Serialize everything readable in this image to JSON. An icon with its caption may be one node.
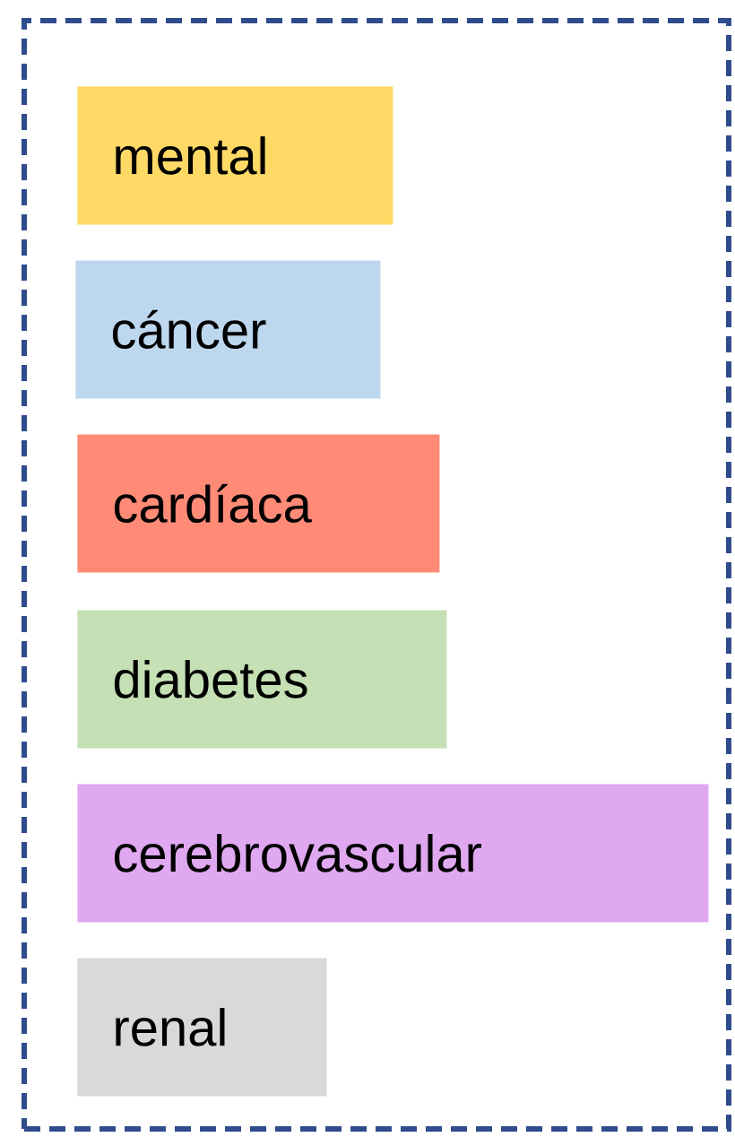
{
  "diagram": {
    "nodes": [
      {
        "text": [],
        "shape": "box"
      },
      {
        "text": [
          "mental"
        ],
        "in": 0
      },
      {
        "text": [
          "cáncer"
        ],
        "in": 0
      },
      {
        "text": [
          "cardíaca"
        ],
        "in": 0
      },
      {
        "text": [
          "diabetes"
        ],
        "in": 0
      },
      {
        "text": [
          "cerebrovascular"
        ],
        "in": 0
      },
      {
        "text": [
          "renal"
        ],
        "in": 0
      }
    ]
  }
}
